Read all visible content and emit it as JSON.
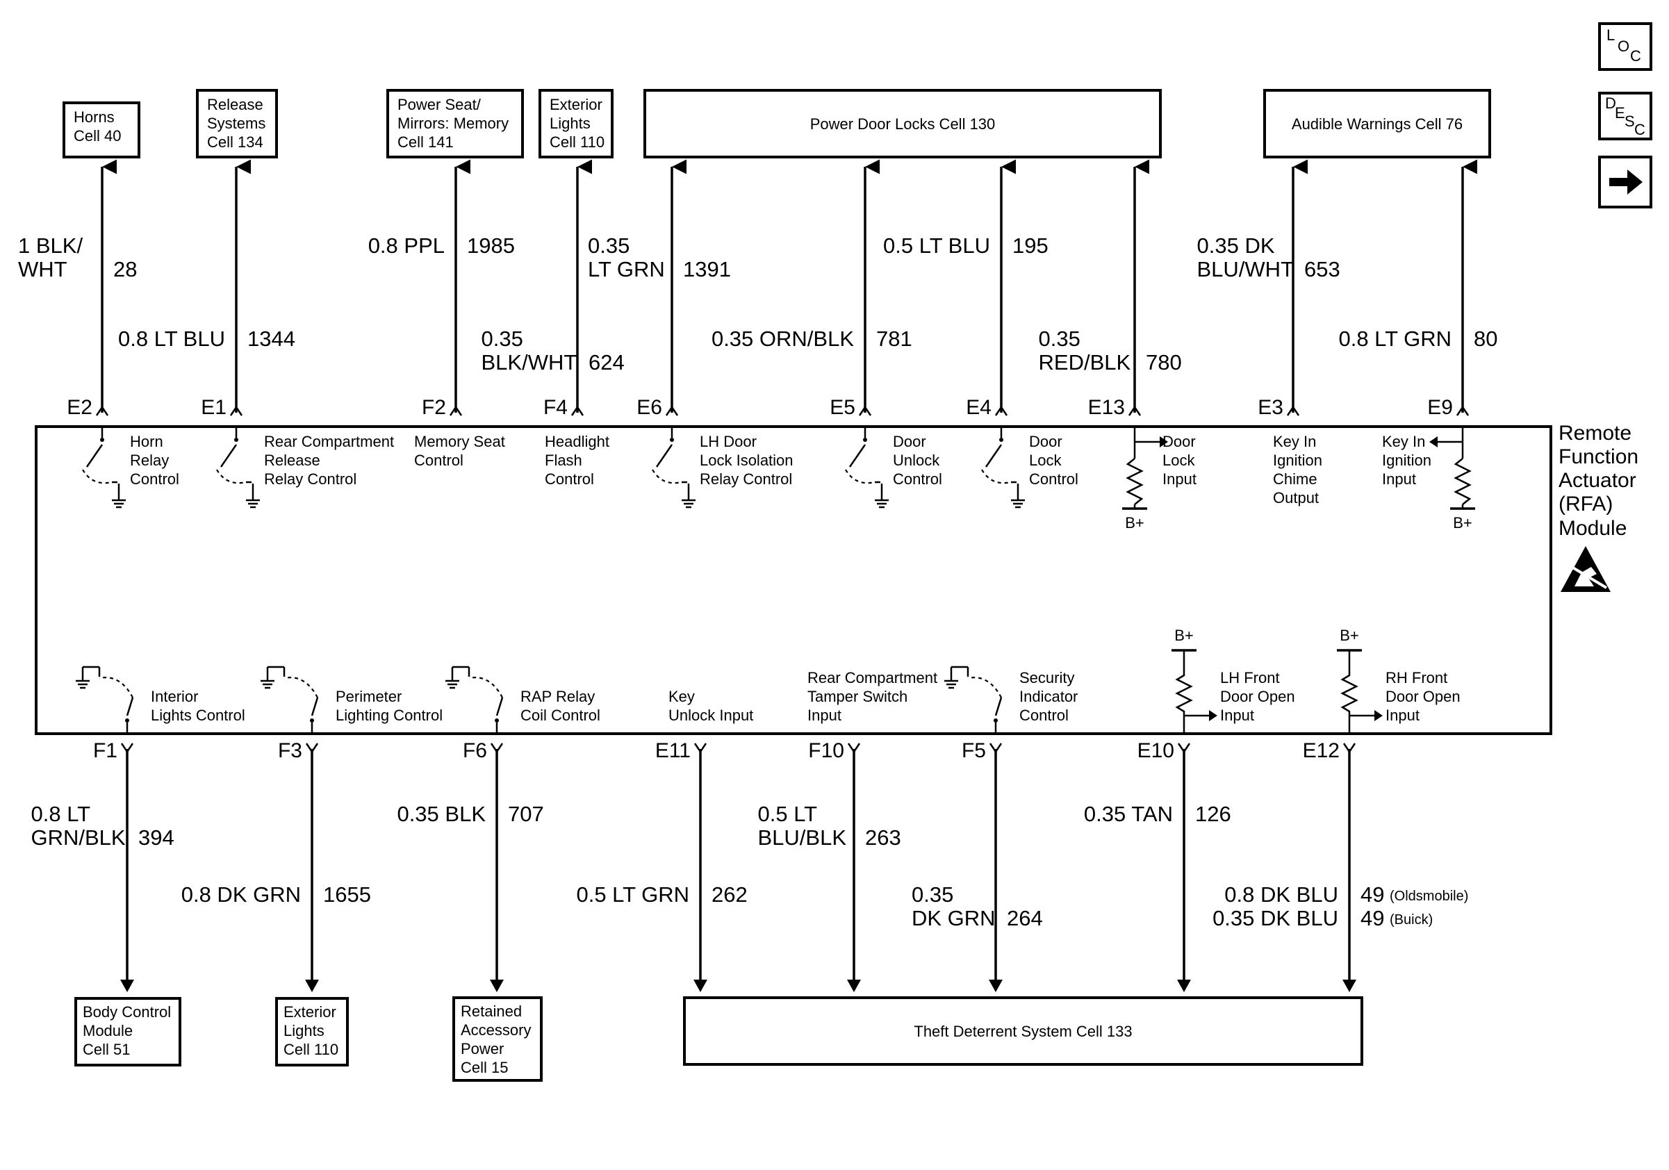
{
  "module": {
    "name_lines": [
      "Remote",
      "Function",
      "Actuator",
      "(RFA)",
      "Module"
    ],
    "esd_icon": "esd-warning-icon"
  },
  "nav_icons": [
    {
      "name": "loc-icon",
      "glyphs": [
        "L",
        "O",
        "C"
      ]
    },
    {
      "name": "desc-icon",
      "glyphs": [
        "D",
        "E",
        "S",
        "C"
      ]
    },
    {
      "name": "next-arrow-icon",
      "glyphs": [
        "➜"
      ]
    }
  ],
  "top_boxes": [
    {
      "id": "horns",
      "lines": [
        "Horns",
        "Cell 40"
      ]
    },
    {
      "id": "release-systems",
      "lines": [
        "Release",
        "Systems",
        "Cell 134"
      ]
    },
    {
      "id": "power-seat",
      "lines": [
        "Power Seat/",
        "Mirrors: Memory",
        "Cell 141"
      ]
    },
    {
      "id": "exterior-lights-top",
      "lines": [
        "Exterior",
        "Lights",
        "Cell 110"
      ]
    },
    {
      "id": "power-door-locks",
      "lines": [
        "Power Door Locks Cell 130"
      ]
    },
    {
      "id": "audible-warnings",
      "lines": [
        "Audible Warnings Cell 76"
      ]
    }
  ],
  "bottom_boxes": [
    {
      "id": "body-control-module",
      "lines": [
        "Body Control",
        "Module",
        "Cell 51"
      ]
    },
    {
      "id": "exterior-lights-bottom",
      "lines": [
        "Exterior",
        "Lights",
        "Cell 110"
      ]
    },
    {
      "id": "retained-accessory-power",
      "lines": [
        "Retained",
        "Accessory",
        "Power",
        "Cell 15"
      ]
    },
    {
      "id": "theft-deterrent",
      "lines": [
        "Theft Deterrent System Cell 133"
      ]
    }
  ],
  "top_wires": [
    {
      "pin": "E2",
      "color_lines": [
        "1 BLK/",
        "WHT"
      ],
      "circuit": "28"
    },
    {
      "pin": "E1",
      "color_lines": [
        "0.8 LT BLU"
      ],
      "circuit": "1344"
    },
    {
      "pin": "F2",
      "color_lines": [
        "0.8 PPL"
      ],
      "circuit": "1985"
    },
    {
      "pin": "F4",
      "color_lines": [
        "0.35",
        "BLK/WHT"
      ],
      "circuit": "624"
    },
    {
      "pin": "E6",
      "color_lines": [
        "0.35",
        "LT GRN"
      ],
      "circuit": "1391"
    },
    {
      "pin": "E5",
      "color_lines": [
        "0.35 ORN/BLK"
      ],
      "circuit": "781"
    },
    {
      "pin": "E4",
      "color_lines": [
        "0.5 LT BLU"
      ],
      "circuit": "195"
    },
    {
      "pin": "E13",
      "color_lines": [
        "0.35",
        "RED/BLK"
      ],
      "circuit": "780"
    },
    {
      "pin": "E3",
      "color_lines": [
        "0.35 DK",
        "BLU/WHT"
      ],
      "circuit": "653"
    },
    {
      "pin": "E9",
      "color_lines": [
        "0.8 LT GRN"
      ],
      "circuit": "80"
    }
  ],
  "bottom_wires": [
    {
      "pin": "F1",
      "color_lines": [
        "0.8 LT",
        "GRN/BLK"
      ],
      "circuit": "394"
    },
    {
      "pin": "F3",
      "color_lines": [
        "0.8 DK GRN"
      ],
      "circuit": "1655"
    },
    {
      "pin": "F6",
      "color_lines": [
        "0.35 BLK"
      ],
      "circuit": "707"
    },
    {
      "pin": "E11",
      "color_lines": [
        "0.5 LT GRN"
      ],
      "circuit": "262"
    },
    {
      "pin": "F10",
      "color_lines": [
        "0.5 LT",
        "BLU/BLK"
      ],
      "circuit": "263"
    },
    {
      "pin": "F5",
      "color_lines": [
        "0.35",
        "DK GRN"
      ],
      "circuit": "264"
    },
    {
      "pin": "E10",
      "color_lines": [
        "0.35 TAN"
      ],
      "circuit": "126"
    },
    {
      "pin": "E12",
      "color_lines": [
        "0.8 DK BLU",
        "0.35 DK BLU"
      ],
      "circuit_lines": [
        "49",
        "49"
      ],
      "notes": [
        "(Oldsmobile)",
        "(Buick)"
      ]
    }
  ],
  "top_components": [
    {
      "pin": "E2",
      "type": "switch",
      "label_lines": [
        "Horn",
        "Relay",
        "Control"
      ]
    },
    {
      "pin": "E1",
      "type": "switch",
      "label_lines": [
        "Rear Compartment",
        "Release",
        "Relay Control"
      ]
    },
    {
      "pin": "F2",
      "type": "none",
      "label_lines": [
        "Memory Seat",
        "Control"
      ]
    },
    {
      "pin": "F4",
      "type": "none",
      "label_lines": [
        "Headlight",
        "Flash",
        "Control"
      ]
    },
    {
      "pin": "E6",
      "type": "switch",
      "label_lines": [
        "LH Door",
        "Lock Isolation",
        "Relay Control"
      ]
    },
    {
      "pin": "E5",
      "type": "switch",
      "label_lines": [
        "Door",
        "Unlock",
        "Control"
      ]
    },
    {
      "pin": "E4",
      "type": "switch",
      "label_lines": [
        "Door",
        "Lock",
        "Control"
      ]
    },
    {
      "pin": "E13",
      "type": "pullup",
      "label_lines": [
        "Door",
        "Lock",
        "Input"
      ],
      "supply": "B+"
    },
    {
      "pin": "E3",
      "type": "none",
      "label_lines": [
        "Key In",
        "Ignition",
        "Chime",
        "Output"
      ]
    },
    {
      "pin": "E9",
      "type": "pullup-left",
      "label_lines": [
        "Key In",
        "Ignition",
        "Input"
      ],
      "supply": "B+"
    }
  ],
  "bottom_components": [
    {
      "pin": "F1",
      "type": "switch",
      "label_lines": [
        "Interior",
        "Lights Control"
      ]
    },
    {
      "pin": "F3",
      "type": "switch",
      "label_lines": [
        "Perimeter",
        "Lighting Control"
      ]
    },
    {
      "pin": "F6",
      "type": "switch",
      "label_lines": [
        "RAP Relay",
        "Coil Control"
      ]
    },
    {
      "pin": "E11",
      "type": "none",
      "label_lines": [
        "Key",
        "Unlock Input"
      ]
    },
    {
      "pin": "F10",
      "type": "none",
      "label_lines": [
        "Rear Compartment",
        "Tamper Switch",
        "Input"
      ]
    },
    {
      "pin": "F5",
      "type": "switch",
      "label_lines": [
        "Security",
        "Indicator",
        "Control"
      ]
    },
    {
      "pin": "E10",
      "type": "pullup",
      "label_lines": [
        "LH Front",
        "Door Open",
        "Input"
      ],
      "supply": "B+"
    },
    {
      "pin": "E12",
      "type": "pullup",
      "label_lines": [
        "RH Front",
        "Door Open",
        "Input"
      ],
      "supply": "B+"
    }
  ]
}
